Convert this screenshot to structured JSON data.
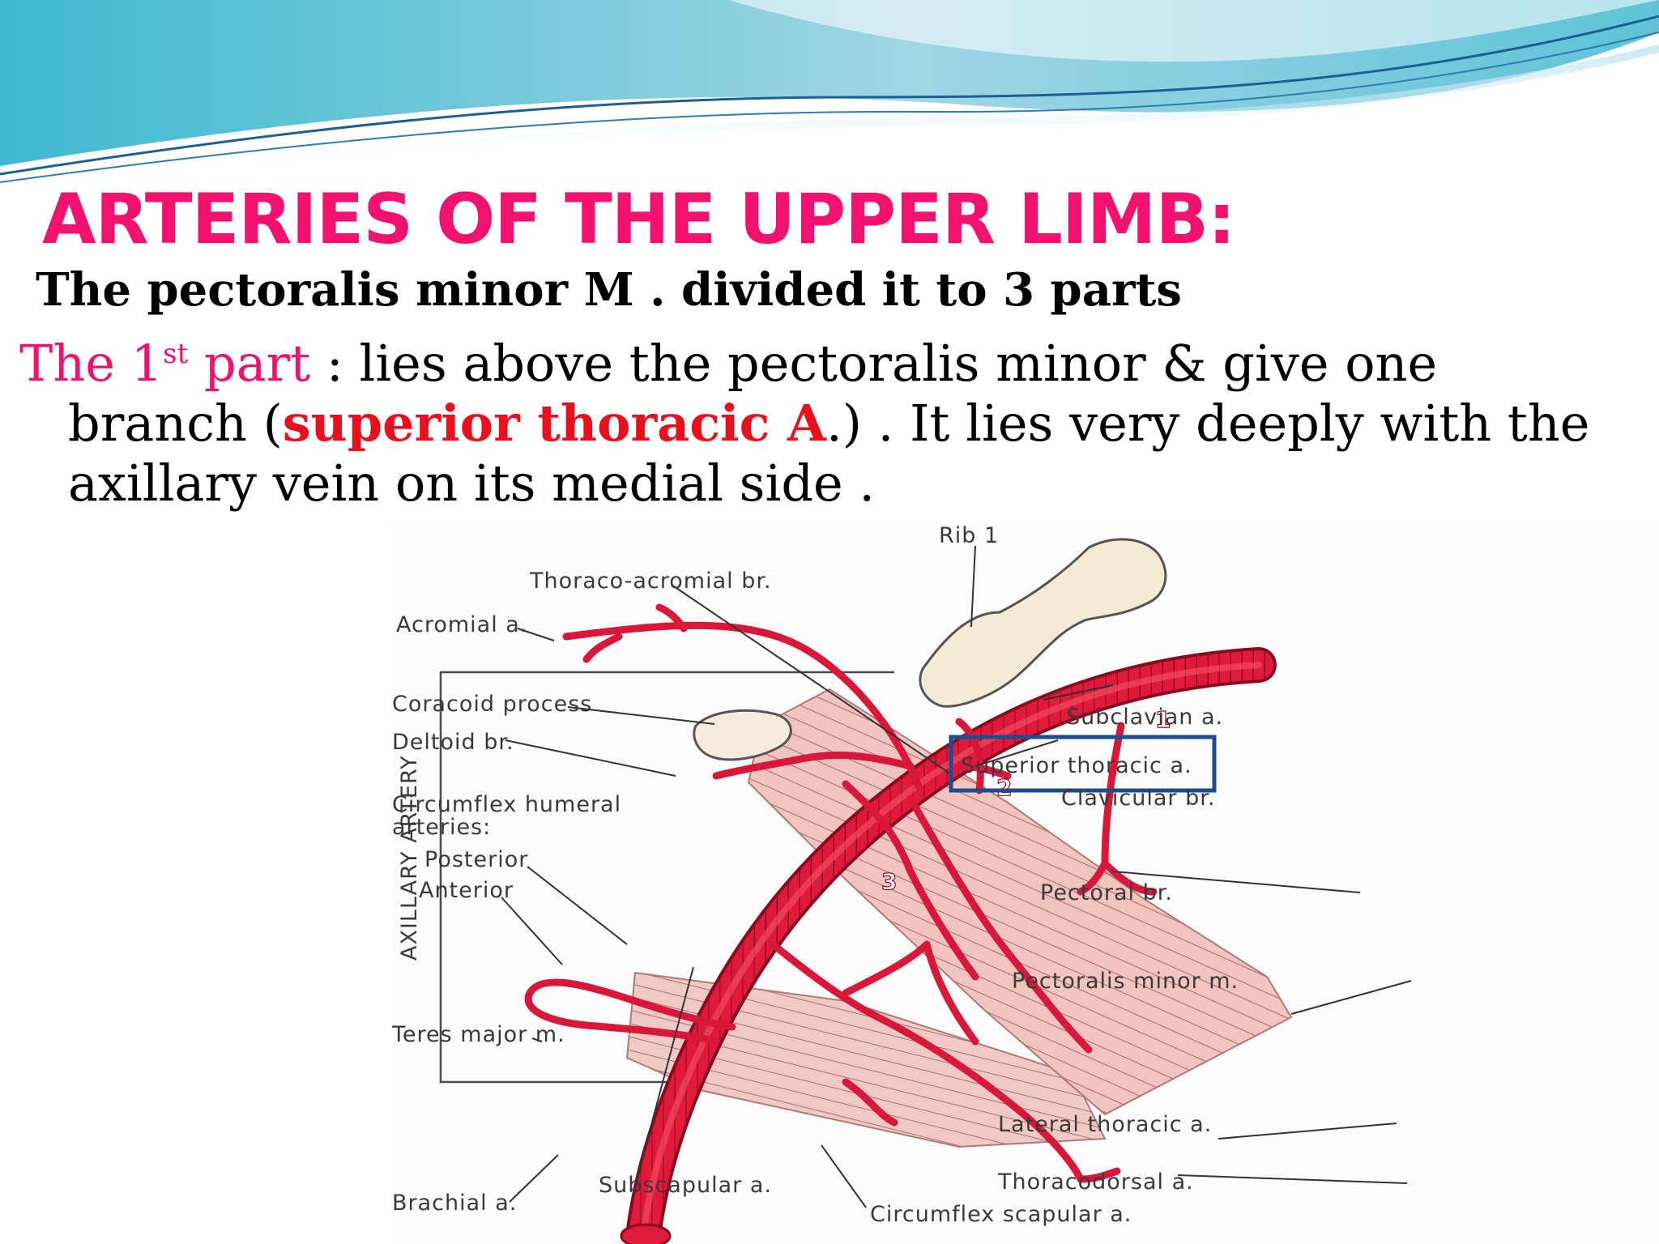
{
  "colors": {
    "title": "#f2116e",
    "highlight": "#e8101c",
    "artery": "#e01a3c",
    "box": "#1e4d8c"
  },
  "title": "ARTERIES OF THE UPPER LIMB:",
  "subtitle": "The pectoralis minor M . divided it to 3 parts",
  "paragraph": {
    "lead_a": "The 1",
    "lead_sup": "st",
    "lead_b": " part",
    "text_1": " : lies above the pectoralis minor & give  one branch (",
    "highlight": "superior thoracic A",
    "text_2": ".) . It lies very deeply with the axillary vein on its medial side ."
  },
  "diagram": {
    "side_label": "AXILLARY ARTERY",
    "part_numbers": [
      "1",
      "2",
      "3"
    ],
    "highlighted_label": "Superior thoracic a.",
    "labels_left": {
      "thoraco_acromial": "Thoraco-acromial br.",
      "acromial": "Acromial a.",
      "coracoid": "Coracoid process",
      "deltoid": "Deltoid br.",
      "circumflex_1": "Circumflex humeral",
      "circumflex_2": "arteries:",
      "posterior": "Posterior",
      "anterior": "Anterior",
      "teres": "Teres major m.",
      "brachial": "Brachial a.",
      "subscapular": "Subscapular a.",
      "circ_scapular": "Circumflex scapular a."
    },
    "labels_right": {
      "rib": "Rib 1",
      "subclavian": "Subclavian a.",
      "clavicular": "Clavicular br.",
      "pectoral": "Pectoral br.",
      "pect_minor": "Pectoralis minor m.",
      "lateral_thoracic": "Lateral thoracic a.",
      "thoracodorsal": "Thoracodorsal a."
    }
  }
}
